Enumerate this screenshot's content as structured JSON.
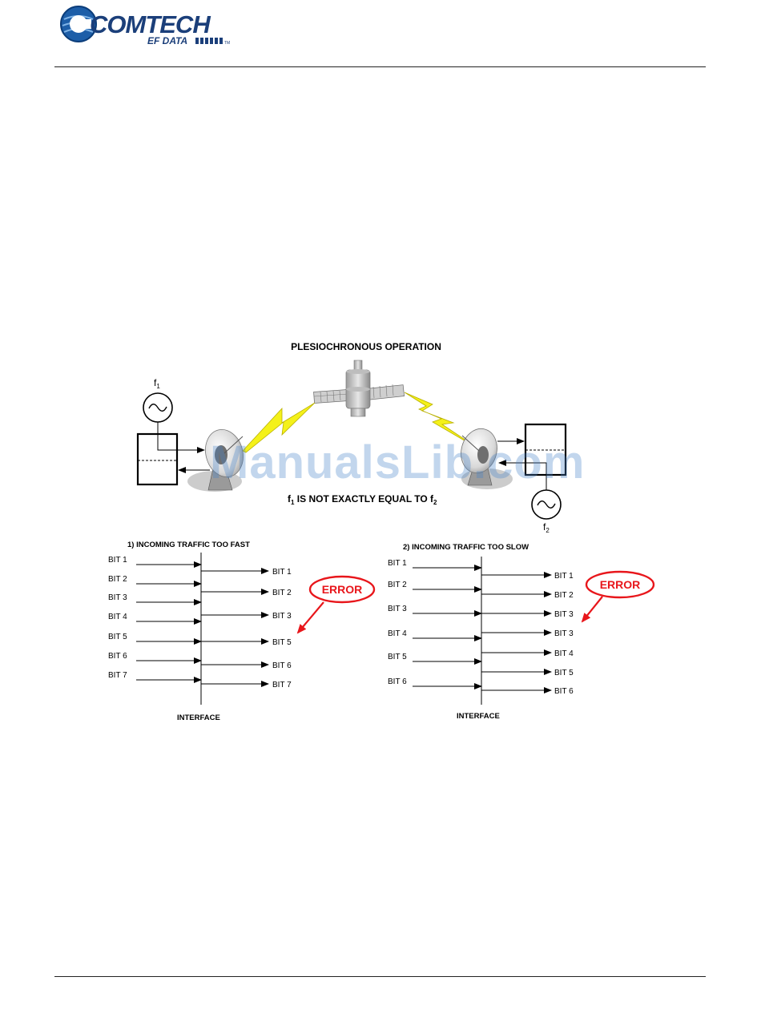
{
  "header": {
    "logo_main": "COMTECH",
    "logo_sub": "EF DATA",
    "logo_tm": "TM"
  },
  "diagram": {
    "title": "PLESIOCHRONOUS OPERATION",
    "clock_left": "f",
    "clock_left_sub": "1",
    "clock_right": "f",
    "clock_right_sub": "2",
    "caption_f": "f",
    "caption_sub1": "1",
    "caption_mid": " IS NOT EXACTLY EQUAL TO f",
    "caption_sub2": "2",
    "panel1": {
      "title": "1) INCOMING TRAFFIC TOO FAST",
      "inputs": [
        "BIT 1",
        "BIT 2",
        "BIT 3",
        "BIT 4",
        "BIT 5",
        "BIT 6",
        "BIT 7"
      ],
      "outputs": [
        "BIT 1",
        "BIT 2",
        "BIT 3",
        "BIT 5",
        "BIT 6",
        "BIT 7"
      ],
      "error": "ERROR",
      "interface": "INTERFACE"
    },
    "panel2": {
      "title": "2) INCOMING TRAFFIC TOO SLOW",
      "inputs": [
        "BIT 1",
        "BIT 2",
        "BIT 3",
        "BIT 4",
        "BIT 5",
        "BIT 6"
      ],
      "outputs": [
        "BIT 1",
        "BIT 2",
        "BIT 3",
        "BIT 3",
        "BIT 4",
        "BIT 5",
        "BIT 6"
      ],
      "error": "ERROR",
      "interface": "INTERFACE"
    },
    "colors": {
      "error_red": "#e8161b",
      "lightning": "#f4f11a",
      "watermark": "#4682c8"
    }
  },
  "watermark": "ManualsLib.com"
}
